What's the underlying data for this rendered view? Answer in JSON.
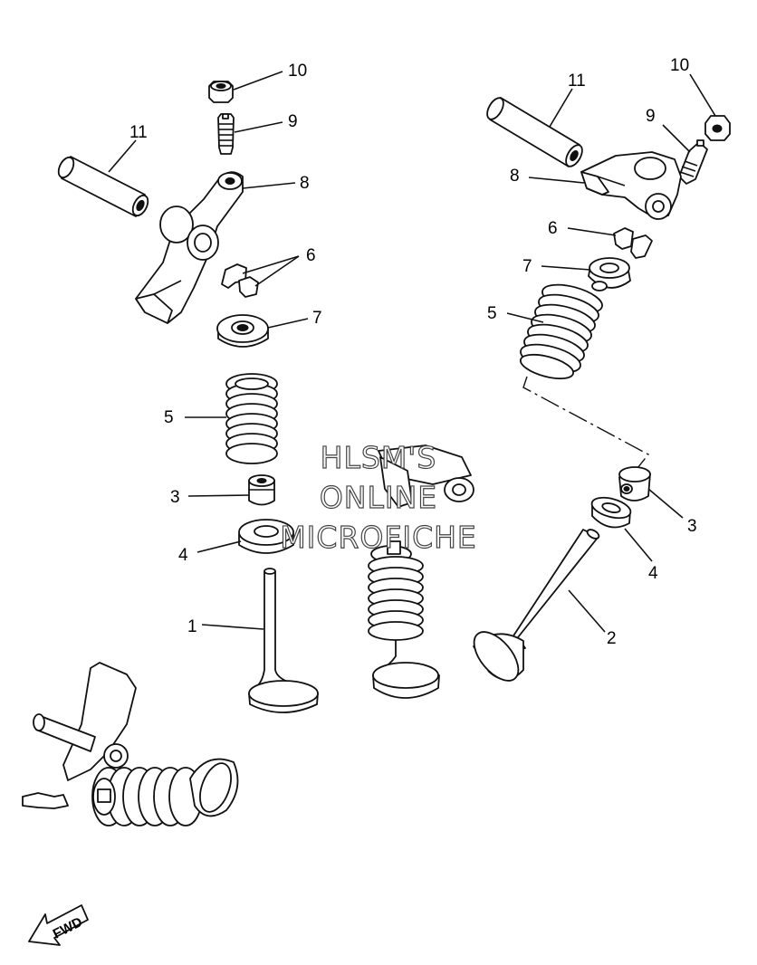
{
  "diagram": {
    "callouts": {
      "left_10": "10",
      "left_9": "9",
      "left_8": "8",
      "left_11": "11",
      "left_6": "6",
      "left_7": "7",
      "left_5": "5",
      "left_3": "3",
      "left_4": "4",
      "left_1": "1",
      "right_11": "11",
      "right_10": "10",
      "right_9": "9",
      "right_8": "8",
      "right_6": "6",
      "right_7": "7",
      "right_5": "5",
      "right_3": "3",
      "right_4": "4",
      "right_2": "2"
    },
    "fwd_label": "FWD"
  },
  "watermark": {
    "line1": "HLSM'S",
    "line2": "ONLINE",
    "line3": "MICROFICHE"
  }
}
